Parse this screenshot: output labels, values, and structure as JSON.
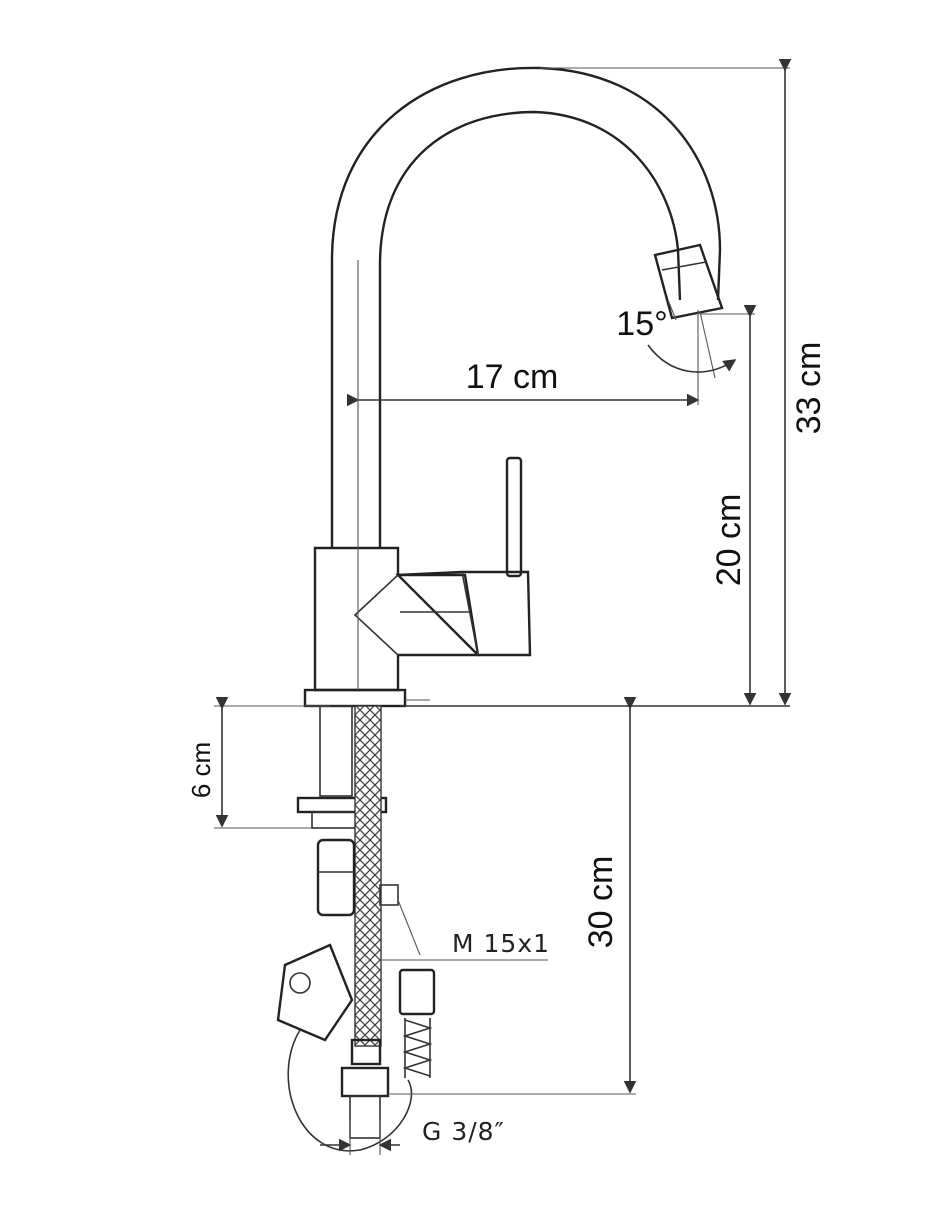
{
  "dimensions": {
    "total_height": "33 cm",
    "spout_height": "20 cm",
    "spout_reach": "17 cm",
    "hose_length": "30 cm",
    "shank_length": "6 cm",
    "spray_angle": "15°"
  },
  "connectors": {
    "hose_thread": "M 15x1",
    "inlet_thread": "G 3/8″"
  }
}
